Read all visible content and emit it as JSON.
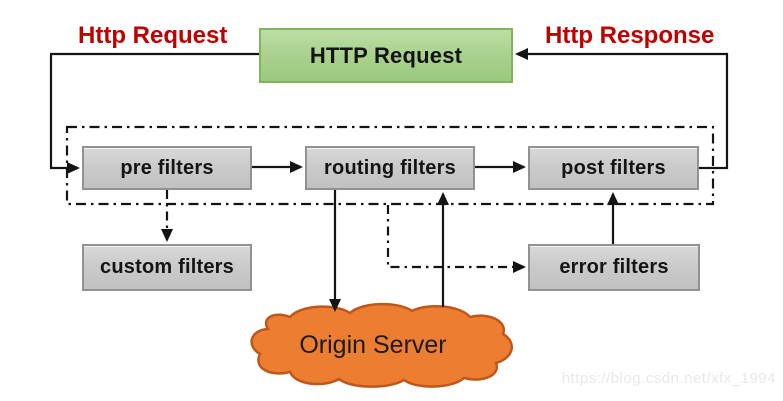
{
  "flow_labels": {
    "request": "Http Request",
    "response": "Http Response"
  },
  "nodes": {
    "http_request_box": "HTTP Request",
    "pre_filters": "pre filters",
    "routing_filters": "routing filters",
    "post_filters": "post filters",
    "custom_filters": "custom filters",
    "error_filters": "error filters",
    "origin_server": "Origin Server"
  },
  "edges": [
    {
      "from": "http_request_box",
      "to": "pre_filters",
      "style": "solid",
      "label": "Http Request"
    },
    {
      "from": "pre_filters",
      "to": "routing_filters",
      "style": "solid"
    },
    {
      "from": "routing_filters",
      "to": "post_filters",
      "style": "solid"
    },
    {
      "from": "post_filters",
      "to": "http_request_box",
      "style": "solid",
      "label": "Http Response"
    },
    {
      "from": "pre_filters",
      "to": "custom_filters",
      "style": "dash-dot"
    },
    {
      "from": "routing_filters",
      "to": "origin_server",
      "style": "solid"
    },
    {
      "from": "origin_server",
      "to": "routing_filters",
      "style": "solid"
    },
    {
      "from": "error_filters",
      "to": "post_filters",
      "style": "solid"
    },
    {
      "from": "filter_chain_boundary",
      "to": "error_filters",
      "style": "dash-dot"
    }
  ],
  "colors": {
    "flow_label_red": "#c00000",
    "http_box_green": "#a9d18e",
    "http_box_border": "#84b25e",
    "filter_box_gray": "#c9c9c9",
    "filter_box_border": "#929292",
    "cloud_orange": "#ed7d31",
    "cloud_border": "#c0571a",
    "line_black": "#141414",
    "watermark_gray": "#e8e8e8"
  },
  "watermark": "https://blog.csdn.net/xfx_1994"
}
